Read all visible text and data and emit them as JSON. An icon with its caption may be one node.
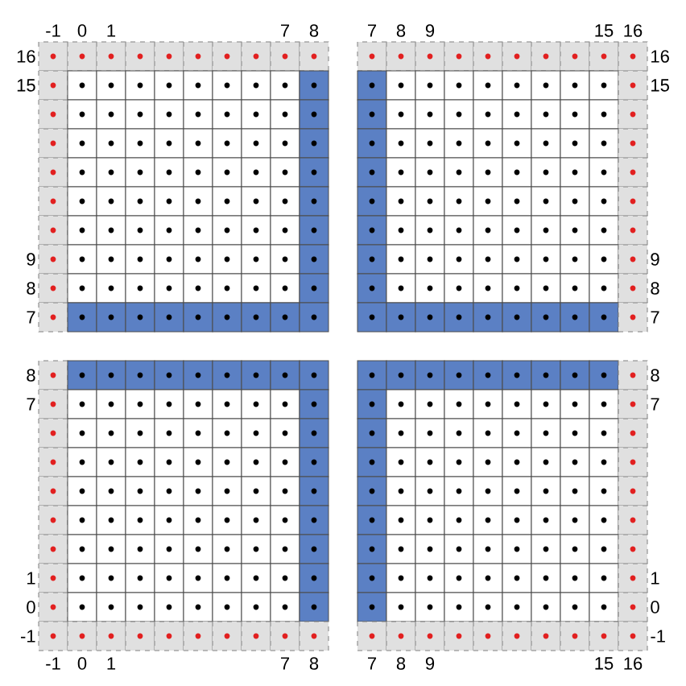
{
  "diagram": {
    "labels": [
      "-1",
      "0",
      "1",
      "7",
      "8",
      "16",
      "15",
      "9",
      "8",
      "7",
      "7",
      "8",
      "9",
      "15",
      "16",
      "16",
      "15",
      "9",
      "8",
      "7",
      "8",
      "7",
      "1",
      "0",
      "-1",
      "-1",
      "0",
      "1",
      "7",
      "8",
      "8",
      "7",
      "1",
      "0",
      "-1",
      "7",
      "8",
      "9",
      "15",
      "16"
    ]
  }
}
